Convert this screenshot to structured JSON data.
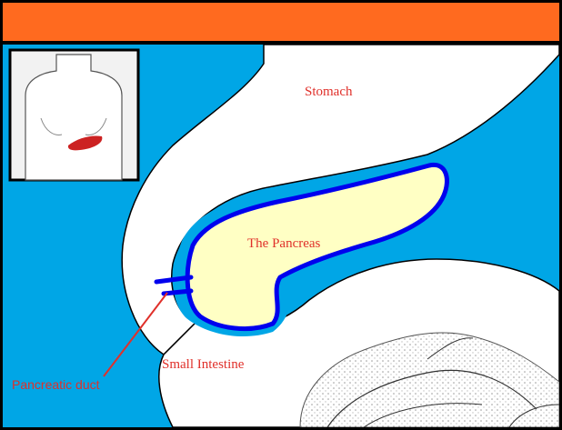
{
  "labels": {
    "stomach": "Stomach",
    "pancreas": "The Pancreas",
    "small_intestine": "Small Intestine",
    "pancreatic_duct": "Pancreatic duct"
  },
  "colors": {
    "header": "#ff6a1f",
    "background_blue": "#00a6e6",
    "organ_white": "#ffffff",
    "pancreas_fill": "#ffffc4",
    "pancreas_outline": "#0000ee",
    "label_red": "#e0302a",
    "duct_line": "#e0302a",
    "thumbnail_organ": "#cc2222"
  },
  "icons": {
    "thumbnail": "torso-with-pancreas-location"
  }
}
